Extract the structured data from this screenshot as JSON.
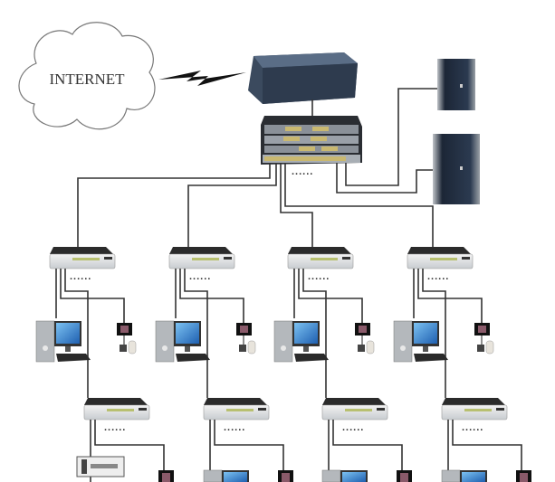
{
  "diagram": {
    "cloud_label": "INTERNET",
    "ellipsis": "......",
    "nodes": {
      "cloud": "internet-cloud",
      "router": "router",
      "core_switch": "core-switch-stack",
      "servers": 2,
      "access_switches_row1": 4,
      "access_switches_row2": 4
    },
    "colors": {
      "router": "#3b4a5e",
      "server": "#1e2a3a",
      "monitor": "#2a7fd0",
      "wire": "#333333"
    }
  }
}
